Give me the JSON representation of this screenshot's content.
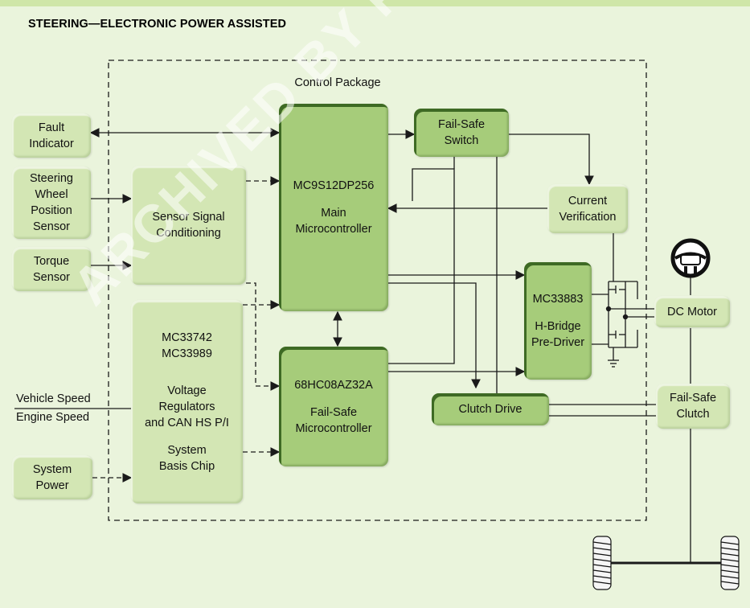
{
  "title": "STEERING—ELECTRONIC POWER ASSISTED",
  "package_label": "Control Package",
  "watermark": "ARCHIVED BY FREESCALE SEMICONDUCTOR",
  "blocks": {
    "fault_indicator": [
      "Fault",
      "Indicator"
    ],
    "steering_sensor": [
      "Steering",
      "Wheel",
      "Position",
      "Sensor"
    ],
    "torque_sensor": [
      "Torque",
      "Sensor"
    ],
    "system_power": [
      "System",
      "Power"
    ],
    "sensor_conditioning": [
      "Sensor Signal",
      "Conditioning"
    ],
    "sbc": {
      "line1": "MC33742",
      "line2": "MC33989",
      "line3": "Voltage",
      "line4": "Regulators",
      "line5": "and CAN HS P/I",
      "line6": "System",
      "line7": "Basis Chip"
    },
    "main_mcu": {
      "line1": "MC9S12DP256",
      "line2": "Main",
      "line3": "Microcontroller"
    },
    "failsafe_mcu": {
      "line1": "68HC08AZ32A",
      "line2": "Fail-Safe",
      "line3": "Microcontroller"
    },
    "failsafe_switch": [
      "Fail-Safe",
      "Switch"
    ],
    "current_verification": [
      "Current",
      "Verification"
    ],
    "predriver": {
      "line1": "MC33883",
      "line2": "H-Bridge",
      "line3": "Pre-Driver"
    },
    "clutch_drive": "Clutch Drive",
    "dc_motor": "DC Motor",
    "failsafe_clutch": [
      "Fail-Safe",
      "Clutch"
    ]
  },
  "inputs": {
    "vehicle_speed": "Vehicle Speed",
    "engine_speed": "Engine Speed"
  }
}
